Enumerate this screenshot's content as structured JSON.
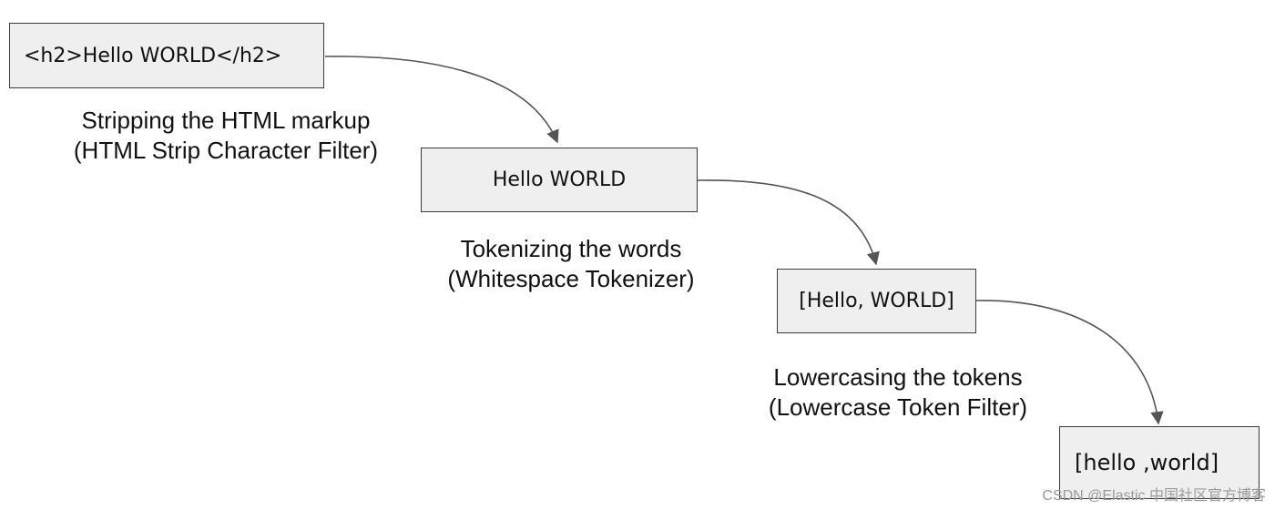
{
  "steps": [
    {
      "text": "<h2>Hello WORLD</h2>"
    },
    {
      "text": "Hello WORLD"
    },
    {
      "text": "[Hello, WORLD]"
    },
    {
      "text": "[hello ,world]"
    }
  ],
  "transitions": [
    {
      "line1": "Stripping the HTML markup",
      "line2": "(HTML Strip Character Filter)"
    },
    {
      "line1": "Tokenizing the words",
      "line2": "(Whitespace Tokenizer)"
    },
    {
      "line1": "Lowercasing the tokens",
      "line2": "(Lowercase Token Filter)"
    }
  ],
  "colors": {
    "box_fill": "#efefef",
    "box_border": "#3a3a3a",
    "arrow": "#555555"
  },
  "watermark": "CSDN @Elastic 中国社区官方博客"
}
